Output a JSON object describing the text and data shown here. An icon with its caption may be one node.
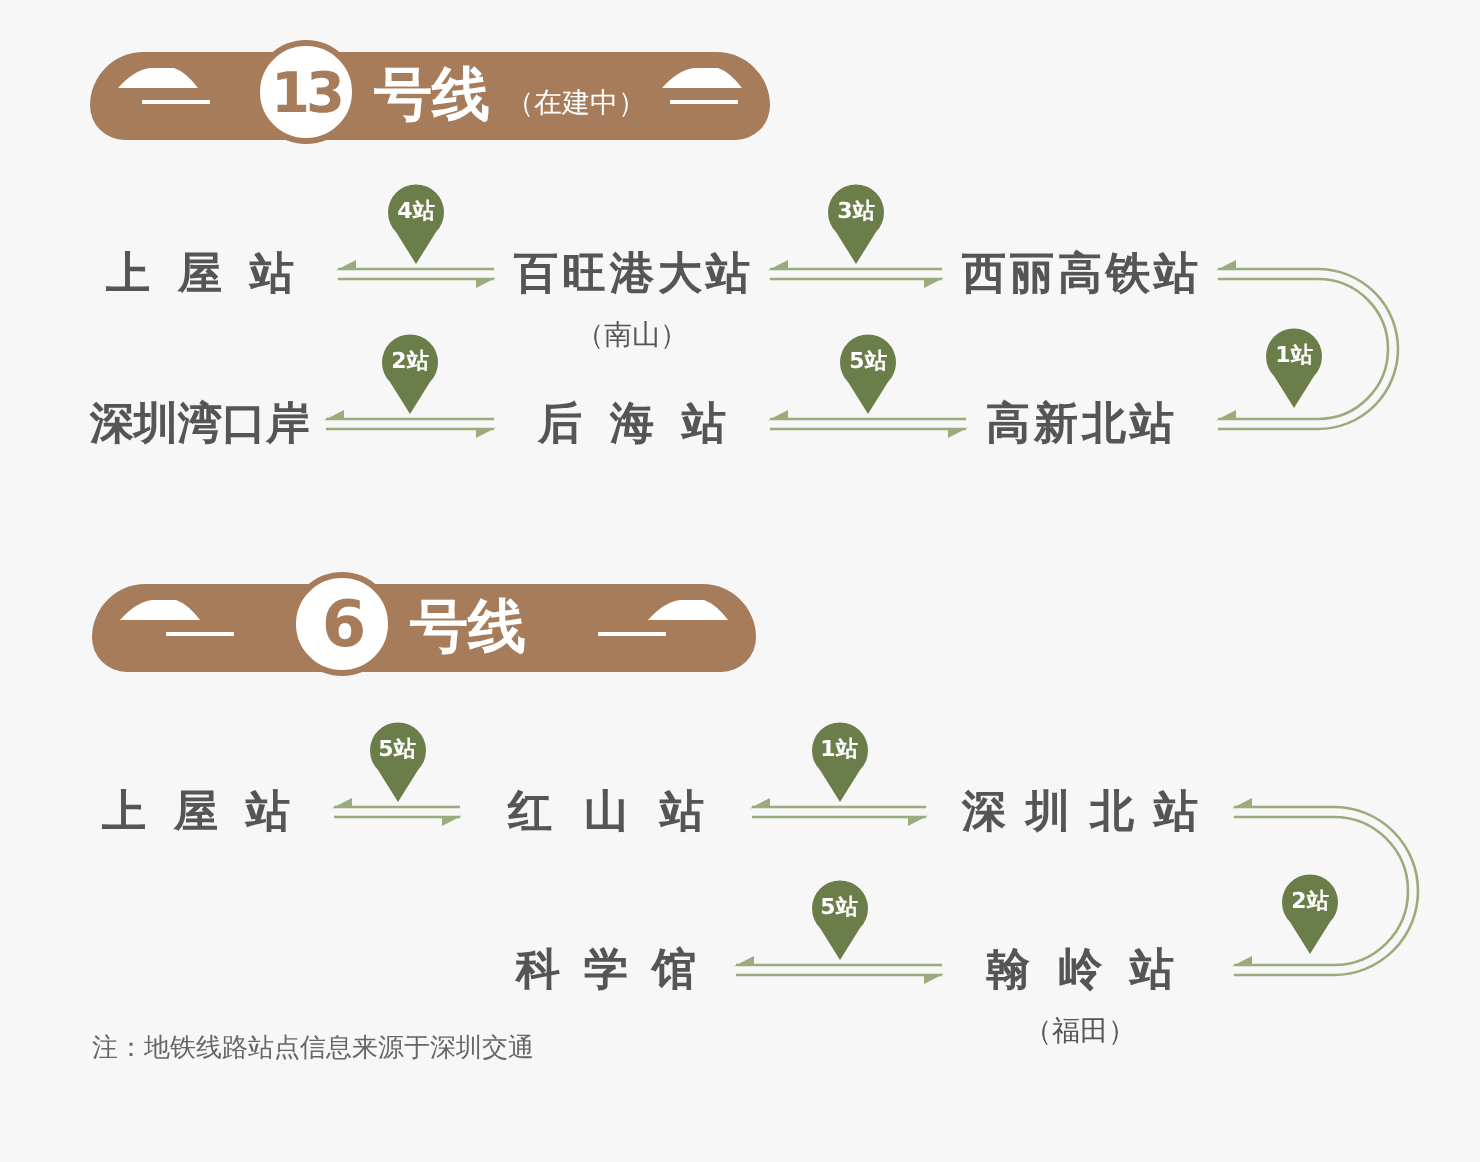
{
  "diagram": {
    "nodes": [
      {
        "text": [
          "13",
          "号线",
          "（在建中）"
        ]
      },
      {
        "text": [
          "上屋站"
        ]
      },
      {
        "text": [
          "百旺港大站"
        ],
        "beside": [
          "（南山）"
        ]
      },
      {
        "text": [
          "西丽高铁站"
        ]
      },
      {
        "text": [
          "深圳湾口岸"
        ]
      },
      {
        "text": [
          "后海站"
        ]
      },
      {
        "text": [
          "高新北站"
        ]
      },
      {
        "text": [
          "6",
          "号线"
        ]
      },
      {
        "text": [
          "上屋站"
        ]
      },
      {
        "text": [
          "红山站"
        ]
      },
      {
        "text": [
          "深圳北站"
        ]
      },
      {
        "text": [
          "科学馆"
        ]
      },
      {
        "text": [
          "翰岭站"
        ],
        "beside": [
          "（福田）"
        ]
      }
    ],
    "edges": [
      {
        "from": 1,
        "to": 2,
        "arrow": "both",
        "label": "4站"
      },
      {
        "from": 2,
        "to": 3,
        "arrow": "both",
        "label": "3站"
      },
      {
        "from": 3,
        "to": 6,
        "arrow": "both",
        "label": "1站"
      },
      {
        "from": 6,
        "to": 5,
        "arrow": "both",
        "label": "5站"
      },
      {
        "from": 5,
        "to": 4,
        "arrow": "both",
        "label": "2站"
      },
      {
        "from": 8,
        "to": 9,
        "arrow": "both",
        "label": "5站"
      },
      {
        "from": 9,
        "to": 10,
        "arrow": "both",
        "label": "1站"
      },
      {
        "from": 10,
        "to": 12,
        "arrow": "both",
        "label": "2站"
      },
      {
        "from": 12,
        "to": 11,
        "arrow": "both",
        "label": "5站"
      }
    ],
    "labels": [
      "注：地铁线路站点信息来源于深圳交通"
    ]
  }
}
